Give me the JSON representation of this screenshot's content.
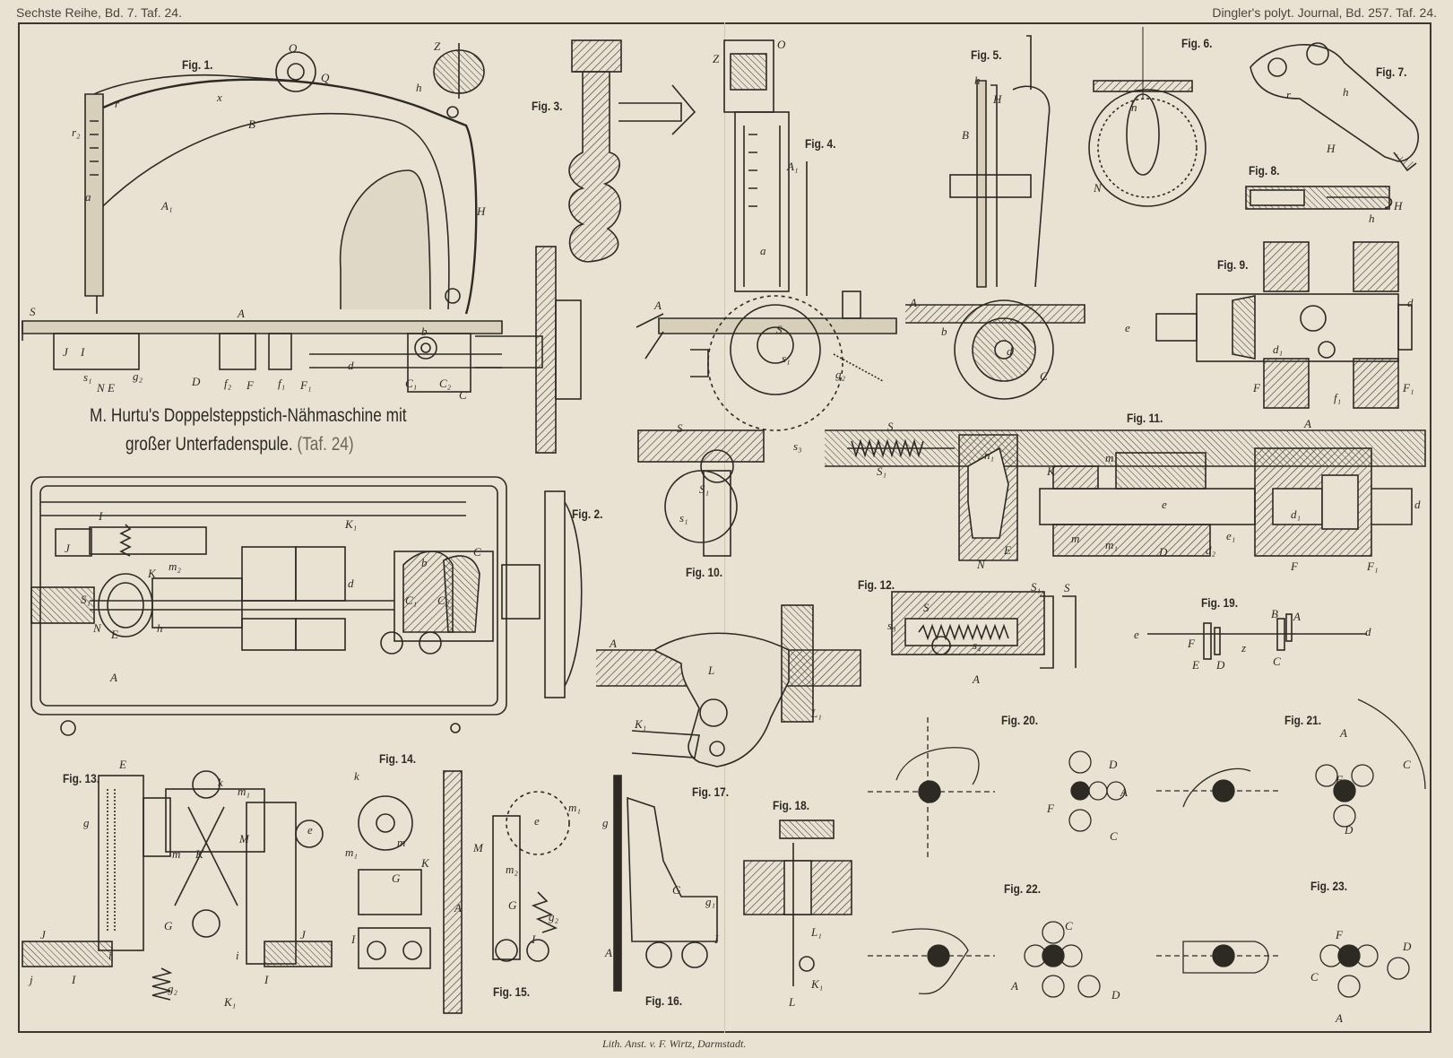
{
  "header": {
    "left": "Sechste Reihe, Bd. 7. Taf. 24.",
    "right": "Dingler's polyt. Journal, Bd. 257. Taf. 24."
  },
  "title": {
    "line1": "M. Hurtu's Doppelsteppstich-Nähmaschine mit",
    "line2": "großer Unterfadenspule.",
    "line2_ref": "(Taf. 24)"
  },
  "figures": {
    "fig1": "Fig. 1.",
    "fig2": "Fig. 2.",
    "fig3": "Fig. 3.",
    "fig4": "Fig. 4.",
    "fig5": "Fig. 5.",
    "fig6": "Fig. 6.",
    "fig7": "Fig. 7.",
    "fig8": "Fig. 8.",
    "fig9": "Fig. 9.",
    "fig10": "Fig. 10.",
    "fig11": "Fig. 11.",
    "fig12": "Fig. 12.",
    "fig13": "Fig. 13.",
    "fig14": "Fig. 14.",
    "fig15": "Fig. 15.",
    "fig16": "Fig. 16.",
    "fig17": "Fig. 17.",
    "fig18": "Fig. 18.",
    "fig19": "Fig. 19.",
    "fig20": "Fig. 20.",
    "fig21": "Fig. 21.",
    "fig22": "Fig. 22.",
    "fig23": "Fig. 23."
  },
  "letters": {
    "O": "O",
    "Z": "Z",
    "Q": "Q",
    "h": "h",
    "x": "x",
    "B": "B",
    "r": "r",
    "r2": "r₂",
    "a": "a",
    "A1": "A₁",
    "H": "H",
    "S": "S",
    "A": "A",
    "J": "J",
    "I": "I",
    "s1": "s₁",
    "N": "N",
    "E": "E",
    "g2": "g₂",
    "D": "D",
    "f2": "f₂",
    "F": "F",
    "f1": "f₁",
    "F1": "F₁",
    "d": "d",
    "b": "b",
    "C1": "C₁",
    "C2": "C₂",
    "C": "C",
    "K1": "K₁",
    "m2": "m₂",
    "K": "K",
    "S1": "S₁",
    "e": "e",
    "m": "m",
    "m1": "m₁",
    "d1": "d₁",
    "d2": "d₂",
    "e1": "e₁",
    "n1": "n₁",
    "s3": "s₃",
    "s4": "s₄",
    "L": "L",
    "L1": "L₁",
    "g": "g",
    "i": "i",
    "j": "j",
    "G": "G",
    "g1": "g₁",
    "k": "k",
    "M": "M",
    "z": "z",
    "n": "n"
  },
  "footer": "Lith. Anst. v. F. Wirtz, Darmstadt."
}
